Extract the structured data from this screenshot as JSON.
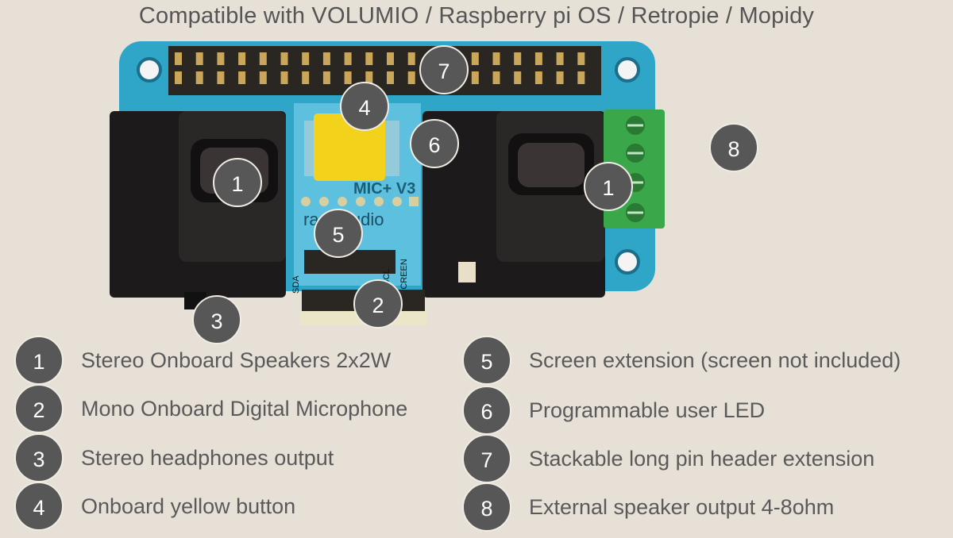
{
  "header": {
    "compatibility": "Compatible with VOLUMIO / Raspberry pi OS / Retropie / Mopidy"
  },
  "board": {
    "model_label": "MIC+ V3",
    "brand_label": "raspiaudio",
    "silk_labels": [
      "SDA",
      "SCL",
      "SCREEN"
    ],
    "colors": {
      "pcb": "#2fa6c8",
      "pcb_light": "#5cc0de",
      "terminal": "#3aa84a",
      "button": "#f2d21a",
      "speaker": "#1c1a1a"
    }
  },
  "markers": [
    {
      "number": "1",
      "target": "left-speaker"
    },
    {
      "number": "1",
      "target": "right-speaker"
    },
    {
      "number": "2",
      "target": "microphone"
    },
    {
      "number": "3",
      "target": "headphone-jack"
    },
    {
      "number": "4",
      "target": "yellow-button"
    },
    {
      "number": "5",
      "target": "screen-connector"
    },
    {
      "number": "6",
      "target": "user-led"
    },
    {
      "number": "7",
      "target": "pin-header"
    },
    {
      "number": "8",
      "target": "speaker-terminal"
    }
  ],
  "legend": [
    {
      "number": "1",
      "text": "Stereo Onboard Speakers 2x2W"
    },
    {
      "number": "2",
      "text": "Mono Onboard Digital Microphone"
    },
    {
      "number": "3",
      "text": "Stereo headphones output"
    },
    {
      "number": "4",
      "text": "Onboard yellow button"
    },
    {
      "number": "5",
      "text": "Screen extension (screen not included)"
    },
    {
      "number": "6",
      "text": "Programmable user LED"
    },
    {
      "number": "7",
      "text": "Stackable long pin header extension"
    },
    {
      "number": "8",
      "text": "External speaker output 4-8ohm"
    }
  ]
}
